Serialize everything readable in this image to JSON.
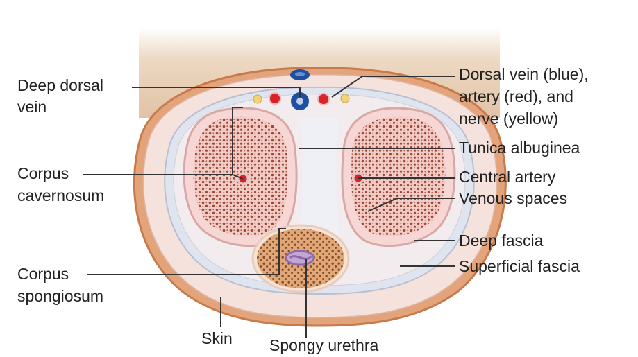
{
  "labels": {
    "deep_dorsal_vein": [
      "Deep dorsal",
      "vein"
    ],
    "corpus_cavernosum": [
      "Corpus",
      "cavernosum"
    ],
    "corpus_spongiosum": [
      "Corpus",
      "spongiosum"
    ],
    "skin": "Skin",
    "spongy_urethra": "Spongy urethra",
    "dorsal_vessels": [
      "Dorsal vein (blue),",
      "artery (red), and",
      "nerve (yellow)"
    ],
    "tunica_albuginea": "Tunica albuginea",
    "central_artery": "Central artery",
    "venous_spaces": "Venous spaces",
    "deep_fascia": "Deep fascia",
    "superficial_fascia": "Superficial fascia"
  },
  "colors": {
    "skin": "#e3a47c",
    "skin_outline": "#c77a4a",
    "fascia": "#f5e2dc",
    "deep_fascia_band": "#dfe4ef",
    "tunica": "#f7d7d6",
    "erectile_tissue": "#f2c9c4",
    "venous_spots": "#9a4a3c",
    "spongiosum": "#d9925e",
    "vein_blue": "#1f4fa0",
    "artery_red": "#d8232a",
    "nerve_yellow": "#f2d27a",
    "urethra": "#8e6aa8",
    "leader_line": "#333333",
    "background_tissue": "#e6c8a8"
  }
}
